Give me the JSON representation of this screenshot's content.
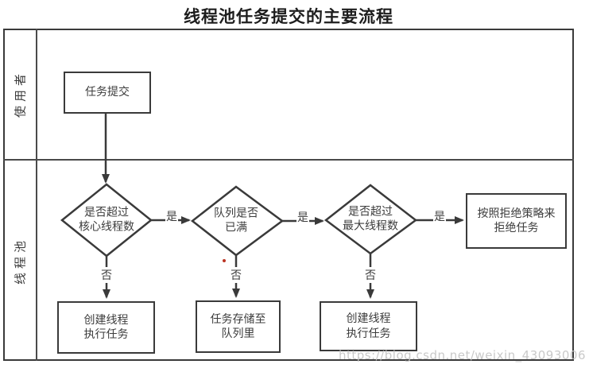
{
  "title": "线程池任务提交的主要流程",
  "lanes": [
    {
      "label": "使用者"
    },
    {
      "label": "线程池"
    }
  ],
  "nodes": {
    "task_submit": {
      "label": "任务提交"
    },
    "decision_core": {
      "label": "是否超过\n核心线程数"
    },
    "decision_queue": {
      "label": "队列是否\n已满"
    },
    "decision_max": {
      "label": "是否超过\n最大线程数"
    },
    "reject_task": {
      "label": "按照拒绝策略来\n拒绝任务"
    },
    "create_thread_core": {
      "label": "创建线程\n执行任务"
    },
    "store_queue": {
      "label": "任务存储至\n队列里"
    },
    "create_thread_max": {
      "label": "创建线程\n执行任务"
    }
  },
  "edge_labels": {
    "yes": "是",
    "no": "否"
  },
  "watermark": "https://blog.csdn.net/weixin_43093006",
  "colors": {
    "line": "#3a3a3a",
    "text": "#3c3c3c",
    "watermark": "#c4c4c4",
    "accent_dot": "#bb3322",
    "background": "#ffffff"
  }
}
